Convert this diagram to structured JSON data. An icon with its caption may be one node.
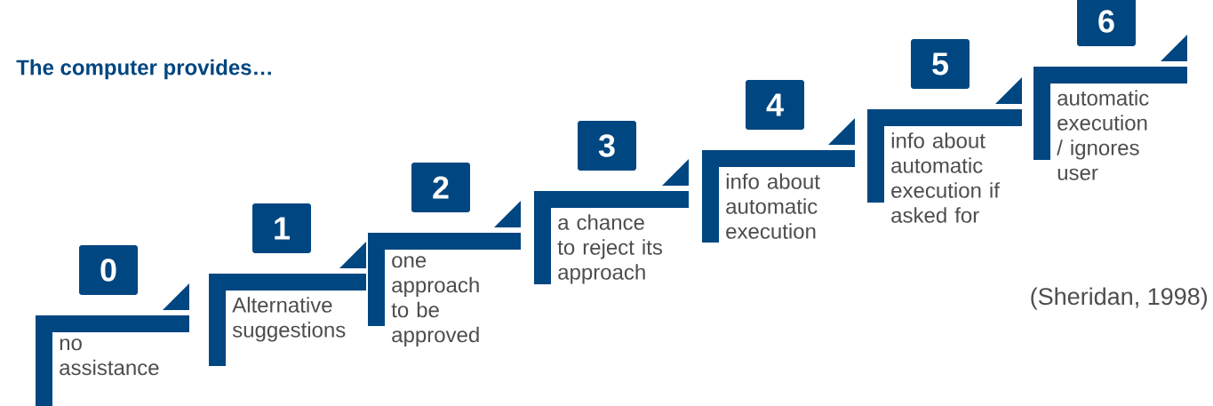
{
  "diagram": {
    "title": "The computer provides…",
    "nodes": [
      {
        "text": [
          "0"
        ]
      },
      {
        "text": [
          "no assistance"
        ]
      },
      {
        "text": [
          "1"
        ]
      },
      {
        "text": [
          "Alternative suggestions"
        ]
      },
      {
        "text": [
          "2"
        ]
      },
      {
        "text": [
          "one approach to be approved"
        ]
      },
      {
        "text": [
          "3"
        ]
      },
      {
        "text": [
          "a chance to reject its approach"
        ]
      },
      {
        "text": [
          "4"
        ]
      },
      {
        "text": [
          "info about automatic execution"
        ]
      },
      {
        "text": [
          "5"
        ]
      },
      {
        "text": [
          "info about automatic execution if asked for"
        ]
      },
      {
        "text": [
          "6"
        ]
      },
      {
        "text": [
          "automatic execution / ignores user"
        ]
      }
    ],
    "labels": [
      "(Sheridan, 1998)"
    ]
  }
}
